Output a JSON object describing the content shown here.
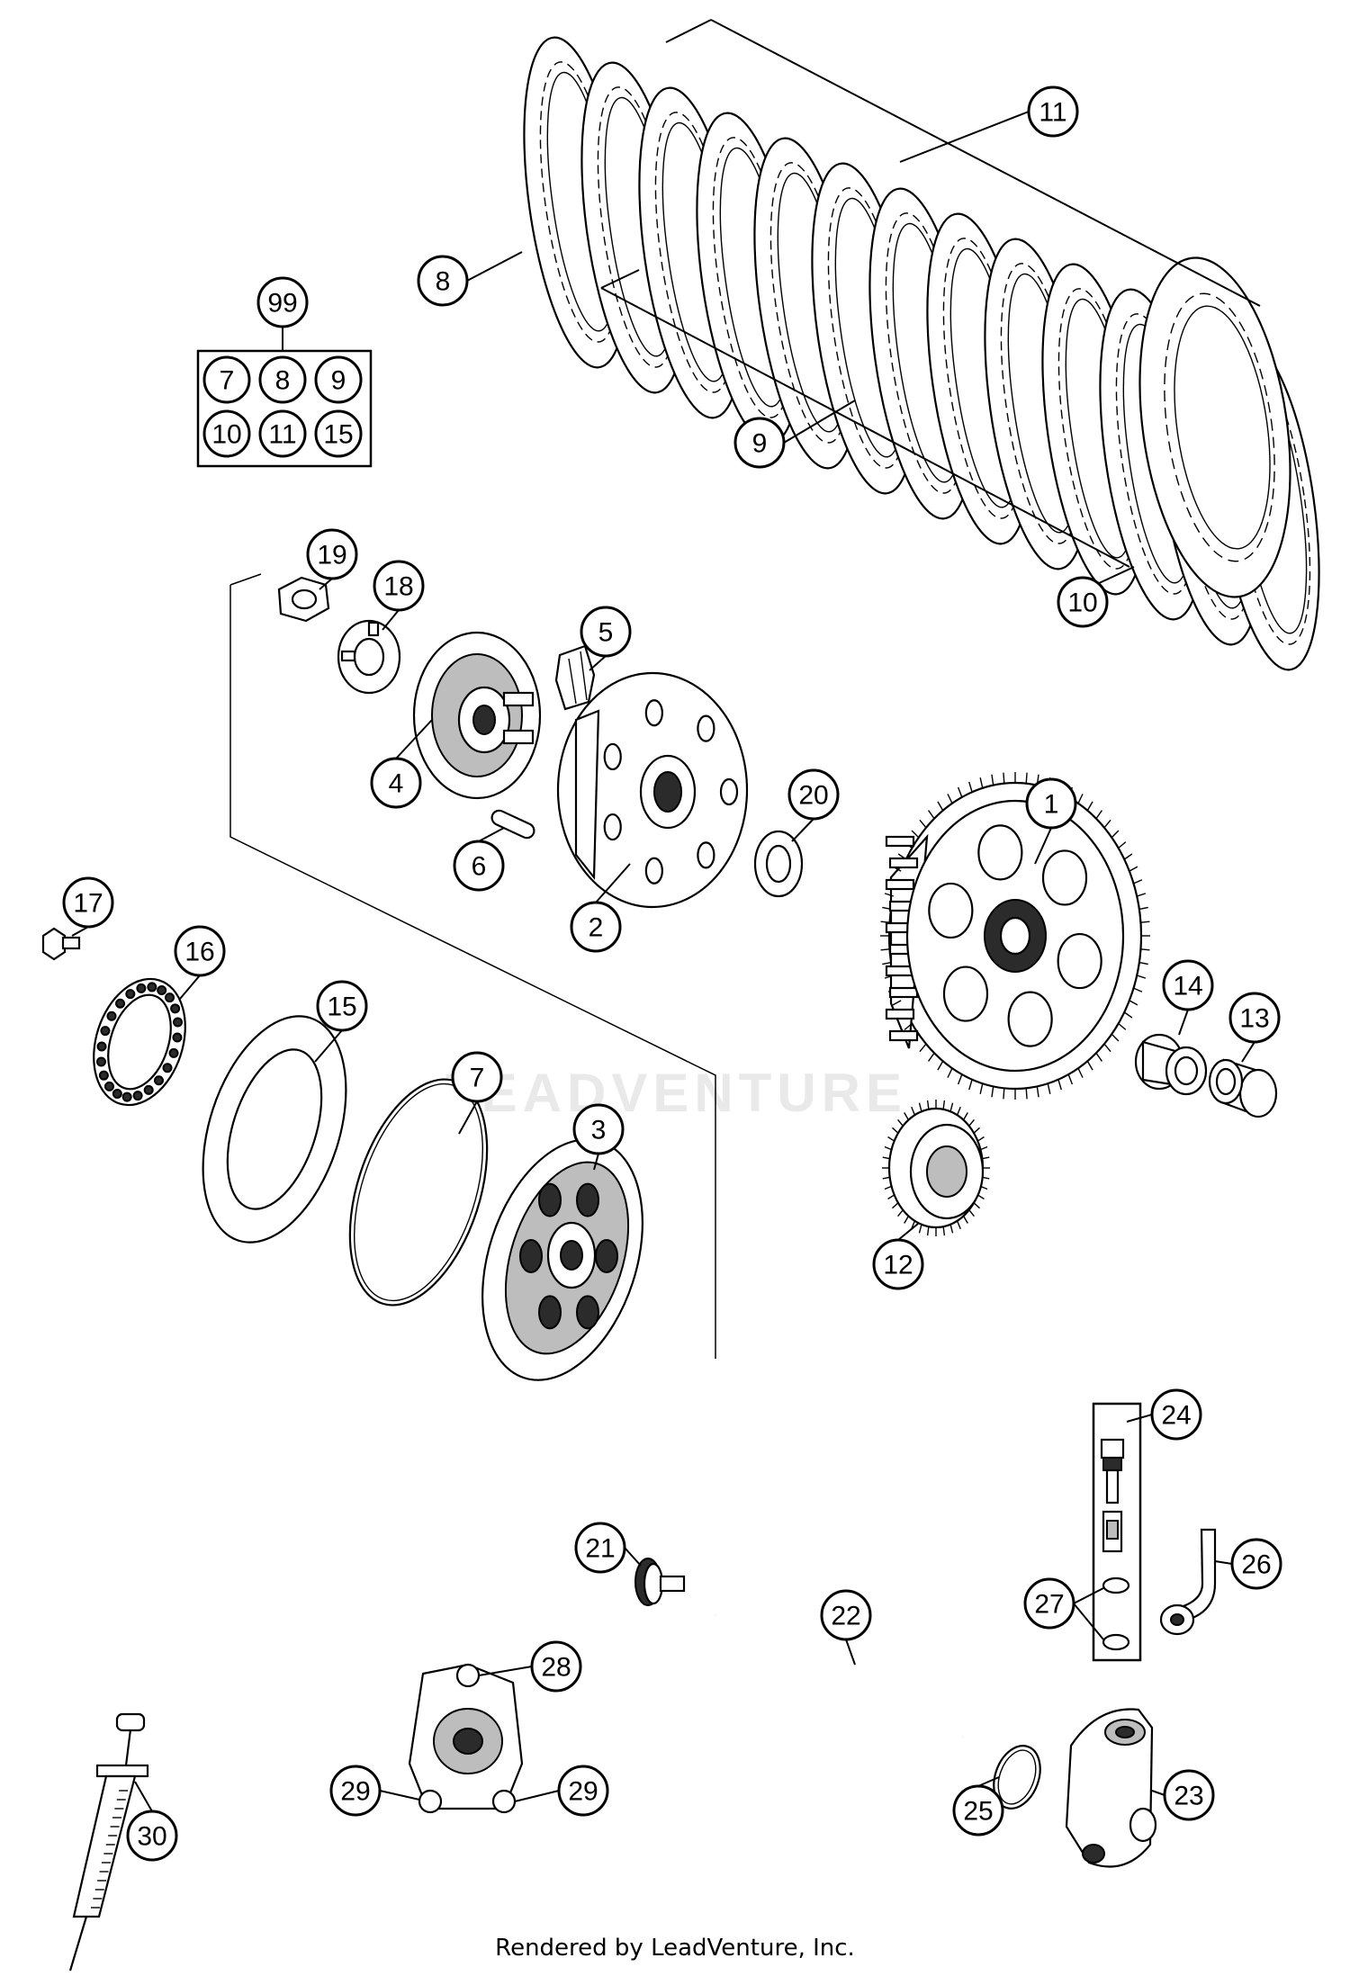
{
  "diagram": {
    "kit": {
      "id": "99",
      "contents": [
        "7",
        "8",
        "9",
        "10",
        "11",
        "15"
      ]
    },
    "callouts": [
      {
        "id": "1"
      },
      {
        "id": "2"
      },
      {
        "id": "3"
      },
      {
        "id": "4"
      },
      {
        "id": "5"
      },
      {
        "id": "6"
      },
      {
        "id": "7"
      },
      {
        "id": "8"
      },
      {
        "id": "9"
      },
      {
        "id": "10"
      },
      {
        "id": "11"
      },
      {
        "id": "12"
      },
      {
        "id": "13"
      },
      {
        "id": "14"
      },
      {
        "id": "15"
      },
      {
        "id": "16"
      },
      {
        "id": "17"
      },
      {
        "id": "18"
      },
      {
        "id": "19"
      },
      {
        "id": "20"
      },
      {
        "id": "21"
      },
      {
        "id": "22"
      },
      {
        "id": "23"
      },
      {
        "id": "24"
      },
      {
        "id": "25"
      },
      {
        "id": "26"
      },
      {
        "id": "27"
      },
      {
        "id": "28"
      },
      {
        "id": "29"
      },
      {
        "id": "29"
      },
      {
        "id": "30"
      }
    ]
  },
  "watermark": "LEADVENTURE",
  "footer": "Rendered by LeadVenture, Inc."
}
